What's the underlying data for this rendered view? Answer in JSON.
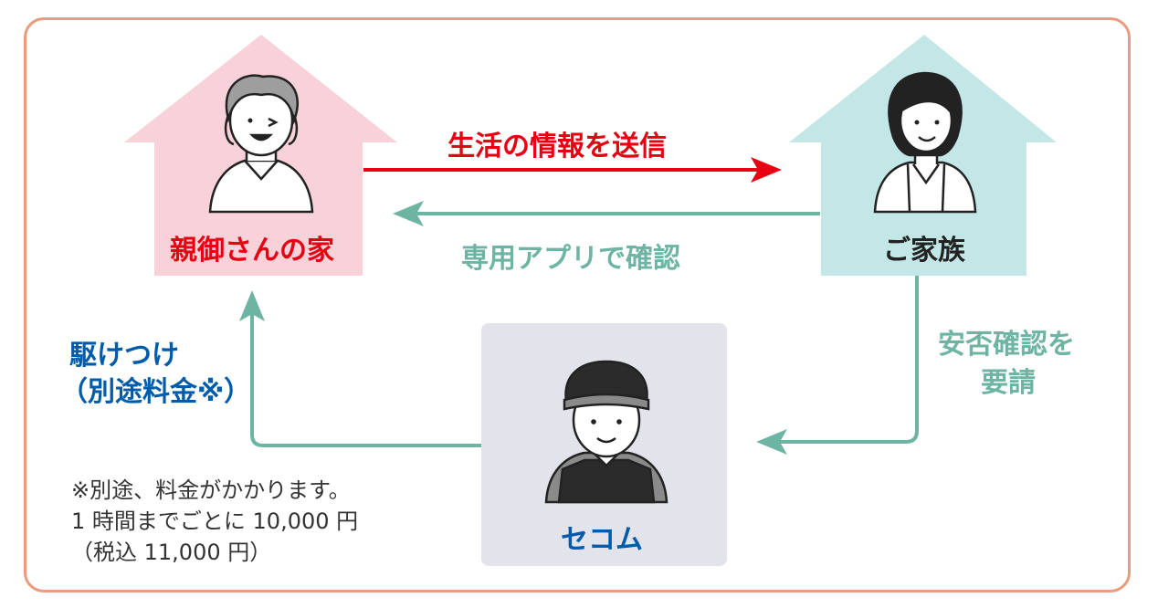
{
  "colors": {
    "frame": "#ec9a7d",
    "parent_house": "#f8d2d8",
    "family_house": "#c3e6e6",
    "secom_box": "#e3e3ec",
    "red": "#e60012",
    "teal": "#6db4a3",
    "blue": "#005bab"
  },
  "nodes": {
    "parent_home": {
      "label": "親御さんの家",
      "icon": "elderly-woman-icon"
    },
    "family": {
      "label": "ご家族",
      "icon": "woman-icon"
    },
    "secom": {
      "label": "セコム",
      "icon": "security-guard-icon"
    }
  },
  "edges": {
    "send_info": {
      "label": "生活の情報を送信"
    },
    "app_check": {
      "label": "専用アプリで確認"
    },
    "safety_request": {
      "label_line1": "安否確認を",
      "label_line2": "要請"
    },
    "rush": {
      "label_line1": "駆けつけ",
      "label_line2": "（別途料金※）"
    }
  },
  "note": {
    "line1": "※別途、料金がかかります。",
    "line2": "1 時間までごとに 10,000 円",
    "line3": "（税込 11,000 円）"
  }
}
